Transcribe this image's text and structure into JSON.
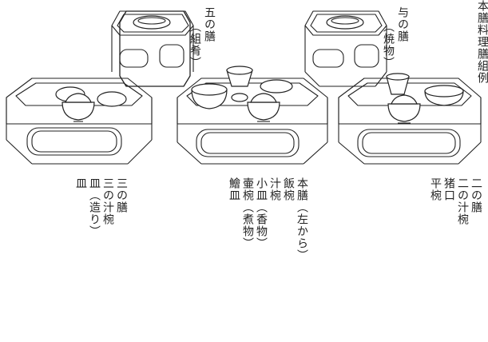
{
  "title": "本膳料理膳組例",
  "labels": {
    "go_no_zen": {
      "main": "五の膳",
      "sub": "（組肴）"
    },
    "yo_no_zen": {
      "main": "与の膳",
      "sub": "（焼物）"
    },
    "san_no_zen": {
      "lines": [
        "三の膳",
        "三の汁椀",
        "皿（造り）",
        "皿"
      ]
    },
    "honzen": {
      "lines": [
        "本膳（左から）",
        "飯椀",
        "汁椀",
        "小皿（香物）",
        "壷椀（煮物）",
        "鱠皿"
      ]
    },
    "ni_no_zen": {
      "lines": [
        "二の膳",
        "二の汁椀",
        "猪口",
        "平椀"
      ]
    }
  }
}
